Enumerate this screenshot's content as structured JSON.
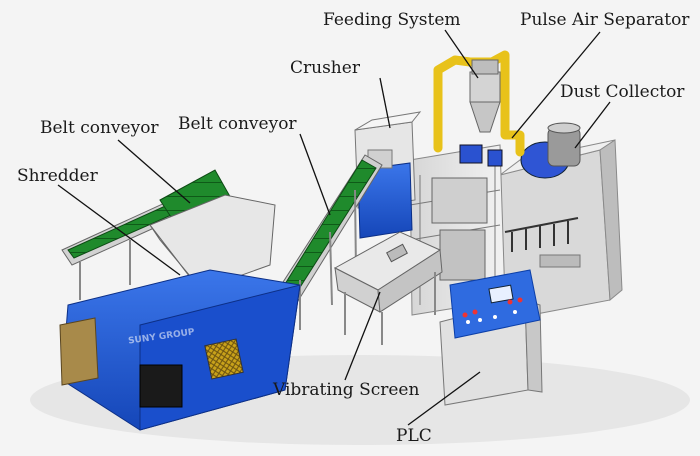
{
  "labels": {
    "feeding_system": "Feeding System",
    "pulse_air_separator": "Pulse Air Separator",
    "crusher": "Crusher",
    "dust_collector": "Dust Collector",
    "belt_conveyor_left": "Belt conveyor",
    "belt_conveyor_right": "Belt conveyor",
    "shredder": "Shredder",
    "vibrating_screen": "Vibrating Screen",
    "plc": "PLC"
  },
  "watermark": "SUNY GROUP",
  "colors": {
    "machine_blue": "#1e5bd8",
    "conveyor_green": "#1f8a2c",
    "pipe_yellow": "#e8c21a",
    "body_grey": "#e2e2e2",
    "panel_blue": "#2f6be0"
  }
}
